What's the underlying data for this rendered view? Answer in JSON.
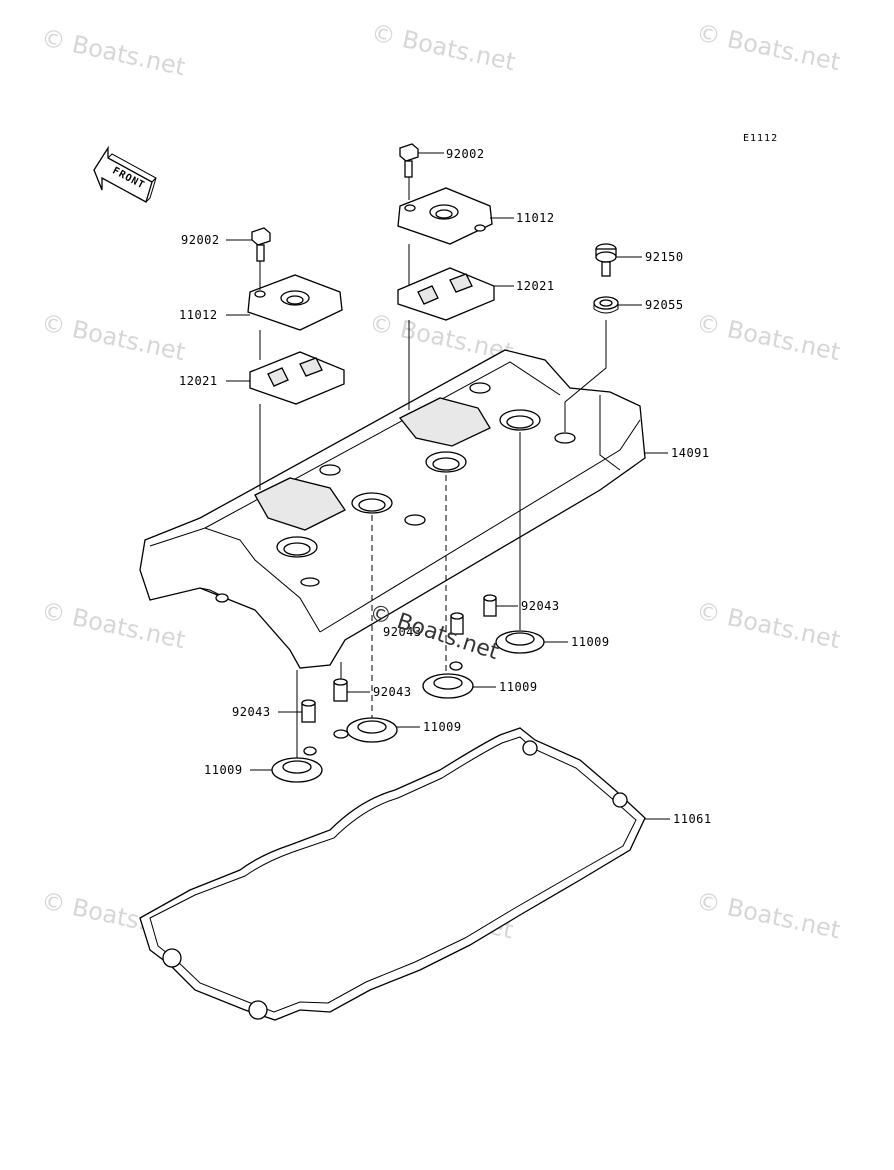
{
  "diagram_code": "E1112",
  "front_label": "FRONT",
  "watermark_text": "© Boats.net",
  "part_labels": {
    "bolt_left": "92002",
    "bolt_right": "92002",
    "cap_left": "11012",
    "cap_right": "11012",
    "plate_left": "12021",
    "plate_right": "12021",
    "bolt_92150": "92150",
    "washer_92055": "92055",
    "cover_14091": "14091",
    "dowel_a": "92043",
    "dowel_b": "92043",
    "dowel_c": "92043",
    "dowel_d": "92043",
    "seal_a": "11009",
    "seal_b": "11009",
    "seal_c": "11009",
    "seal_d": "11009",
    "gasket_11061": "11061"
  },
  "colors": {
    "line": "#000000",
    "watermark": "#d6d6d6",
    "background": "#ffffff"
  }
}
